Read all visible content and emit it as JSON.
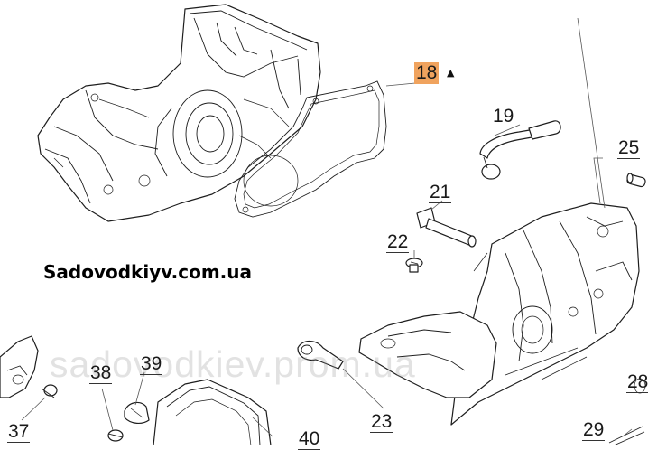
{
  "site_label": "Sadovodkiyv.com.ua",
  "watermark": "sadovodkiev.prom.ua",
  "highlight_color": "#f0a35e",
  "callouts": [
    {
      "id": "18",
      "text": "18",
      "highlighted": true
    },
    {
      "id": "19",
      "text": "19"
    },
    {
      "id": "21",
      "text": "21"
    },
    {
      "id": "22",
      "text": "22"
    },
    {
      "id": "25",
      "text": "25"
    },
    {
      "id": "28",
      "text": "28"
    },
    {
      "id": "29",
      "text": "29"
    },
    {
      "id": "23",
      "text": "23"
    },
    {
      "id": "37",
      "text": "37"
    },
    {
      "id": "38",
      "text": "38"
    },
    {
      "id": "39",
      "text": "39"
    },
    {
      "id": "40",
      "text": "40"
    }
  ],
  "marker_symbol": "▲"
}
